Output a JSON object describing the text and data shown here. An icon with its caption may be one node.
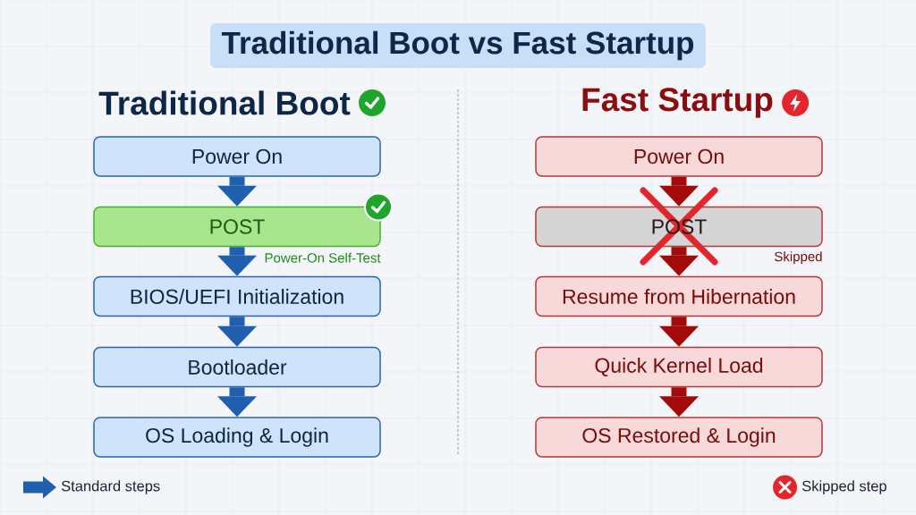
{
  "diagram": {
    "title": "Traditional Boot vs Fast Startup",
    "nodes": [
      {
        "text": [
          "Power On"
        ]
      },
      {
        "text": [
          "POST"
        ],
        "beside": [
          "Power-On Self-Test"
        ]
      },
      {
        "text": [
          "BIOS/UEFI Initialization"
        ]
      },
      {
        "text": [
          "Bootloader"
        ]
      },
      {
        "text": [
          "OS Loading & Login"
        ]
      },
      {
        "text": [
          "Power On"
        ]
      },
      {
        "text": [
          "POST"
        ],
        "beside": [
          "Skipped"
        ]
      },
      {
        "text": [
          "Resume from Hibernation"
        ]
      },
      {
        "text": [
          "Quick Kernel Load"
        ]
      },
      {
        "text": [
          "OS Restored & Login"
        ]
      }
    ],
    "edges": [
      {
        "from": 0,
        "to": 1,
        "arrow": "to",
        "color": "#1f5fae"
      },
      {
        "from": 1,
        "to": 2,
        "arrow": "to",
        "color": "#1f5fae"
      },
      {
        "from": 2,
        "to": 3,
        "arrow": "to",
        "color": "#1f5fae"
      },
      {
        "from": 3,
        "to": 4,
        "arrow": "to",
        "color": "#1f5fae"
      },
      {
        "from": 5,
        "to": 6,
        "arrow": "to",
        "color": "#a30b0b"
      },
      {
        "from": 6,
        "to": 7,
        "arrow": "to",
        "color": "#a30b0b"
      },
      {
        "from": 7,
        "to": 8,
        "arrow": "to",
        "color": "#a30b0b"
      },
      {
        "from": 8,
        "to": 9,
        "arrow": "to",
        "color": "#a30b0b"
      }
    ],
    "labels": [
      "Traditional Boot",
      "Fast Startup"
    ],
    "legend": [
      {
        "text": "Standard steps"
      },
      {
        "text": "Skipped step"
      }
    ]
  }
}
